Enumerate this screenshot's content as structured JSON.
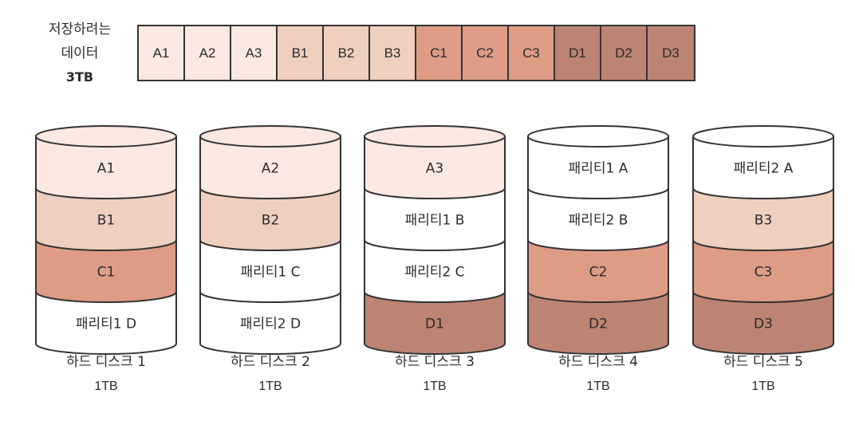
{
  "header": {
    "line1": "저장하려는",
    "line2": "데이터",
    "line3": "3TB"
  },
  "colors": {
    "A": "#fbe8e0",
    "B": "#efcfc0",
    "C": "#de9c85",
    "D": "#bd8473",
    "parity": "#ffffff",
    "stroke": "#333333"
  },
  "data_blocks": [
    {
      "label": "A1",
      "group": "A"
    },
    {
      "label": "A2",
      "group": "A"
    },
    {
      "label": "A3",
      "group": "A"
    },
    {
      "label": "B1",
      "group": "B"
    },
    {
      "label": "B2",
      "group": "B"
    },
    {
      "label": "B3",
      "group": "B"
    },
    {
      "label": "C1",
      "group": "C"
    },
    {
      "label": "C2",
      "group": "C"
    },
    {
      "label": "C3",
      "group": "C"
    },
    {
      "label": "D1",
      "group": "D"
    },
    {
      "label": "D2",
      "group": "D"
    },
    {
      "label": "D3",
      "group": "D"
    }
  ],
  "disks": [
    {
      "name": "하드 디스크 1",
      "capacity": "1TB",
      "slices": [
        {
          "label": "A1",
          "group": "A"
        },
        {
          "label": "B1",
          "group": "B"
        },
        {
          "label": "C1",
          "group": "C"
        },
        {
          "label": "패리티1 D",
          "group": "parity"
        }
      ]
    },
    {
      "name": "하드 디스크 2",
      "capacity": "1TB",
      "slices": [
        {
          "label": "A2",
          "group": "A"
        },
        {
          "label": "B2",
          "group": "B"
        },
        {
          "label": "패리티1 C",
          "group": "parity"
        },
        {
          "label": "패리티2 D",
          "group": "parity"
        }
      ]
    },
    {
      "name": "하드 디스크 3",
      "capacity": "1TB",
      "slices": [
        {
          "label": "A3",
          "group": "A"
        },
        {
          "label": "패리티1 B",
          "group": "parity"
        },
        {
          "label": "패리티2 C",
          "group": "parity"
        },
        {
          "label": "D1",
          "group": "D"
        }
      ]
    },
    {
      "name": "하드 디스크 4",
      "capacity": "1TB",
      "slices": [
        {
          "label": "패리티1 A",
          "group": "parity"
        },
        {
          "label": "패리티2 B",
          "group": "parity"
        },
        {
          "label": "C2",
          "group": "C"
        },
        {
          "label": "D2",
          "group": "D"
        }
      ]
    },
    {
      "name": "하드 디스크 5",
      "capacity": "1TB",
      "slices": [
        {
          "label": "패리티2 A",
          "group": "parity"
        },
        {
          "label": "B3",
          "group": "B"
        },
        {
          "label": "C3",
          "group": "C"
        },
        {
          "label": "D3",
          "group": "D"
        }
      ]
    }
  ]
}
